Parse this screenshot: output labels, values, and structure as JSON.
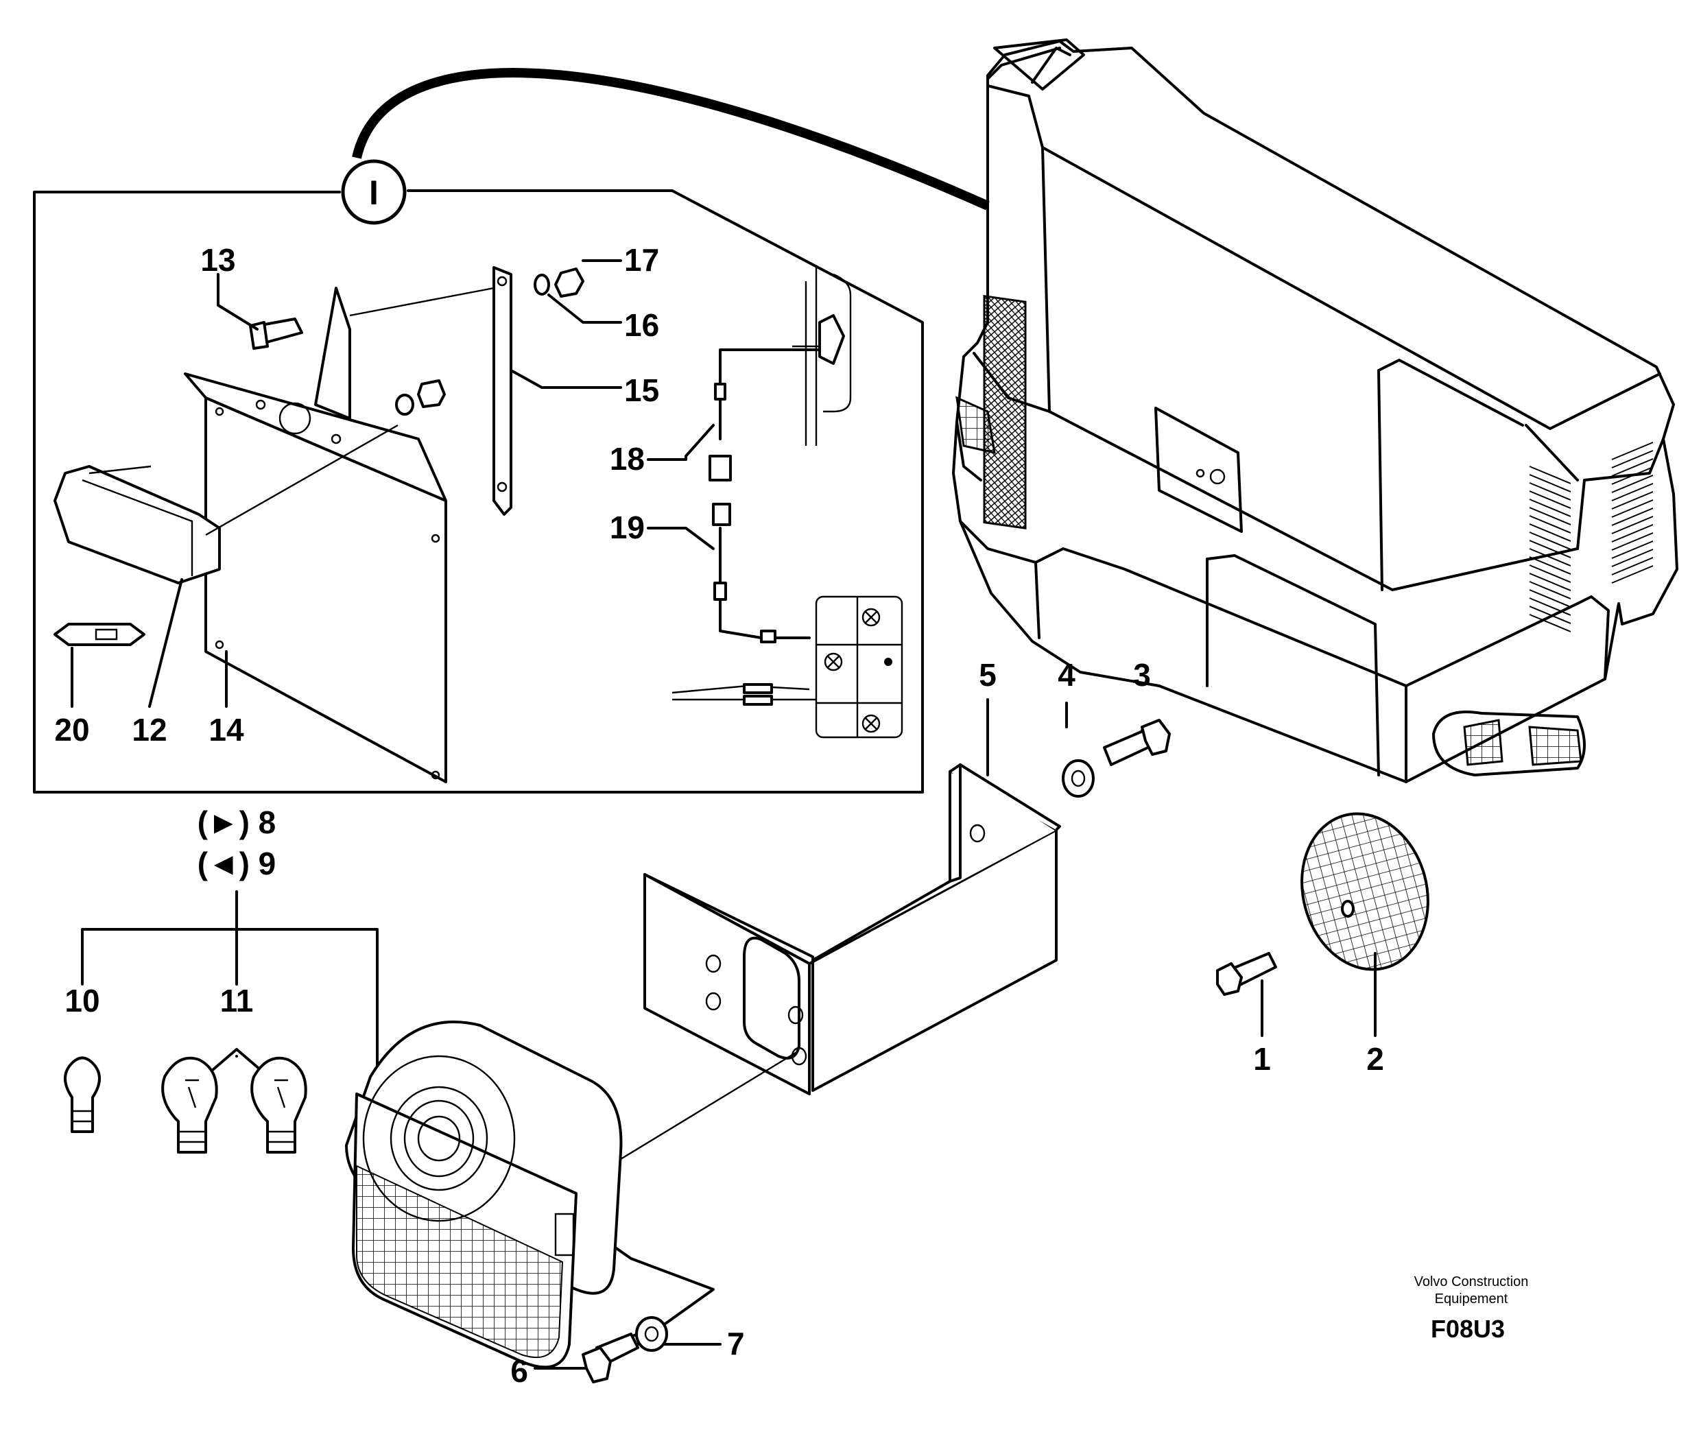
{
  "detail_marker": "I",
  "labels": {
    "l1": "1",
    "l2": "2",
    "l3": "3",
    "l4": "4",
    "l5": "5",
    "l6": "6",
    "l7": "7",
    "l8": "(►) 8",
    "l9": "(◄) 9",
    "l10": "10",
    "l11": "11",
    "l12": "12",
    "l13": "13",
    "l14": "14",
    "l15": "15",
    "l16": "16",
    "l17": "17",
    "l18": "18",
    "l19": "19",
    "l20": "20"
  },
  "footer": {
    "maker_line1": "Volvo Construction",
    "maker_line2": "Equipement",
    "drawing_code": "F08U3"
  }
}
